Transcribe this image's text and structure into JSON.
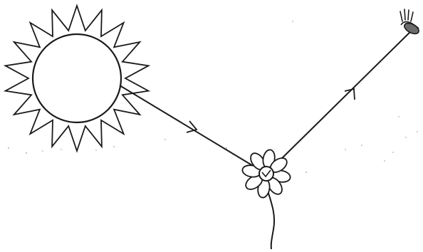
{
  "diagram": {
    "elements": [
      "sun",
      "flower",
      "eye"
    ],
    "rays": [
      {
        "from": "sun",
        "to": "flower",
        "arrow": true
      },
      {
        "from": "flower",
        "to": "eye",
        "arrow": true
      }
    ]
  },
  "colors": {
    "line": "#1a1a1a",
    "background": "#ffffff",
    "eye_fill": "#6b6b6b"
  }
}
